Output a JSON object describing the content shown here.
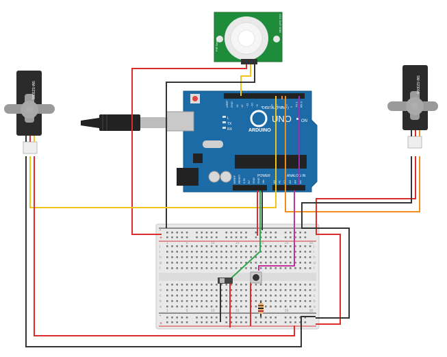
{
  "circuit": {
    "arduino": {
      "brand": "ARDUINO",
      "model": "UNO",
      "on_label": "ON",
      "tx_label": "TX",
      "rx_label": "RX",
      "l_label": "L",
      "digital_label": "DIGITAL (PWM~)",
      "analog_label": "ANALOG IN",
      "power_label": "POWER",
      "aref_label": "AREF",
      "gnd_label": "GND",
      "digital_pins": [
        "13",
        "12",
        "~11",
        "~10",
        "~9",
        "8",
        "7",
        "~6",
        "~5",
        "4",
        "~3",
        "2",
        "TX 1",
        "RX 0"
      ],
      "power_pins": [
        "IOREF",
        "RESET",
        "3.3V",
        "5V",
        "GND",
        "GND",
        "Vin"
      ],
      "analog_pins": [
        "A0",
        "A1",
        "A2",
        "A3",
        "A4",
        "A5"
      ]
    },
    "servo_left": {
      "label": "SM-S2309S"
    },
    "servo_right": {
      "label": "SM-S2309S"
    },
    "pir_sensor": {
      "label_left": "PIR Sensor",
      "label_right": "VCC OUT GND"
    },
    "breadboard": {
      "rows_top": [
        "j",
        "i",
        "h",
        "g",
        "f"
      ],
      "rows_bottom": [
        "e",
        "d",
        "c",
        "b",
        "a"
      ],
      "columns": [
        "1",
        "5",
        "10",
        "15",
        "20",
        "25",
        "30"
      ],
      "rail_minus": "-",
      "rail_plus": "+"
    },
    "colors": {
      "board_blue": "#1c6aa6",
      "wire_red": "#e02b2b",
      "wire_black": "#333333",
      "wire_yellow": "#f0c419",
      "wire_orange": "#f28c1b",
      "wire_green": "#2fa64a",
      "wire_magenta": "#c0339b",
      "pir_green": "#1e8c3a"
    }
  }
}
